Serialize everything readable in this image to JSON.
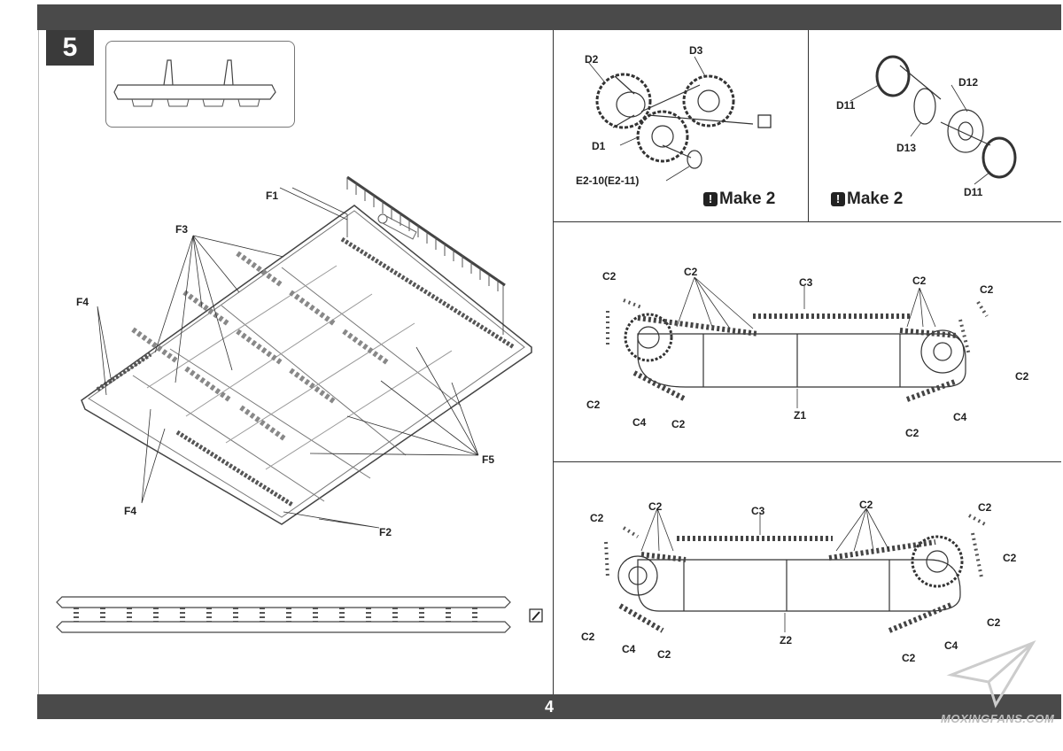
{
  "step": {
    "number": "5"
  },
  "page": {
    "number": "4"
  },
  "watermark": {
    "text": "MOXINGFANS.COM"
  },
  "sprue_labels": {
    "f1": "F1",
    "f2": "F2",
    "f3": "F3",
    "f4_top": "F4",
    "f4_bottom": "F4",
    "f5": "F5"
  },
  "wheel_top_left": {
    "d2": "D2",
    "d3": "D3",
    "d1": "D1",
    "e2": "E2-10(E2-11)",
    "make": "Make 2"
  },
  "wheel_top_right": {
    "d12": "D12",
    "d11_top": "D11",
    "d13": "D13",
    "d11_bottom": "D11",
    "make": "Make 2"
  },
  "track_upper": {
    "c3": "C3",
    "z1": "Z1",
    "c4_left": "C4",
    "c4_right": "C4",
    "c2_labels": [
      "C2",
      "C2",
      "C2",
      "C2",
      "C2",
      "C2",
      "C2",
      "C2"
    ]
  },
  "track_lower": {
    "c3": "C3",
    "z2": "Z2",
    "c4_left": "C4",
    "c4_right": "C4",
    "c2_labels": [
      "C2",
      "C2",
      "C2",
      "C2",
      "C2",
      "C2",
      "C2",
      "C2",
      "C2"
    ]
  },
  "colors": {
    "bar": "#4a4a4a",
    "ink": "#222222",
    "line": "#333333"
  }
}
